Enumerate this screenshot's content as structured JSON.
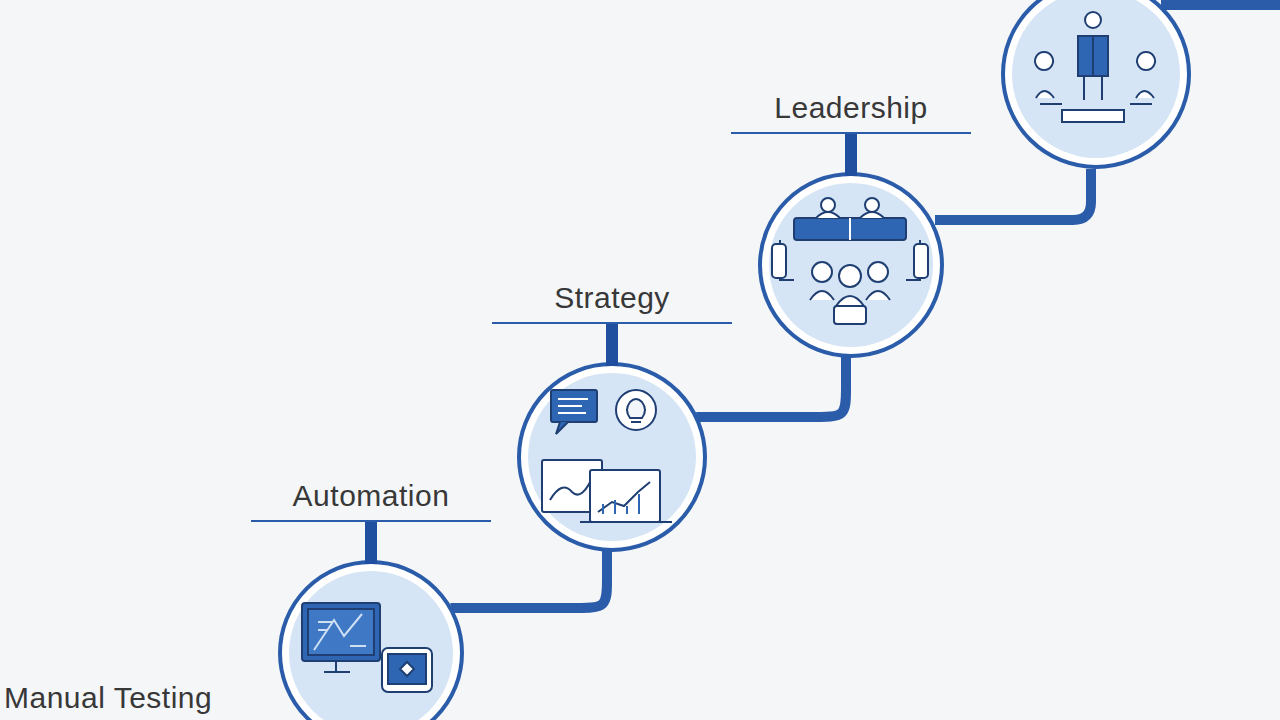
{
  "diagram": {
    "nodes": [
      {
        "text": [
          "Automation"
        ]
      },
      {
        "text": [
          "Strategy"
        ]
      },
      {
        "text": [
          "Leadership"
        ]
      }
    ],
    "edges": [
      {
        "from": 0,
        "to": 1,
        "arrow": "none"
      },
      {
        "from": 1,
        "to": 2,
        "arrow": "none"
      }
    ],
    "labels": [
      "Manual Testing"
    ]
  }
}
